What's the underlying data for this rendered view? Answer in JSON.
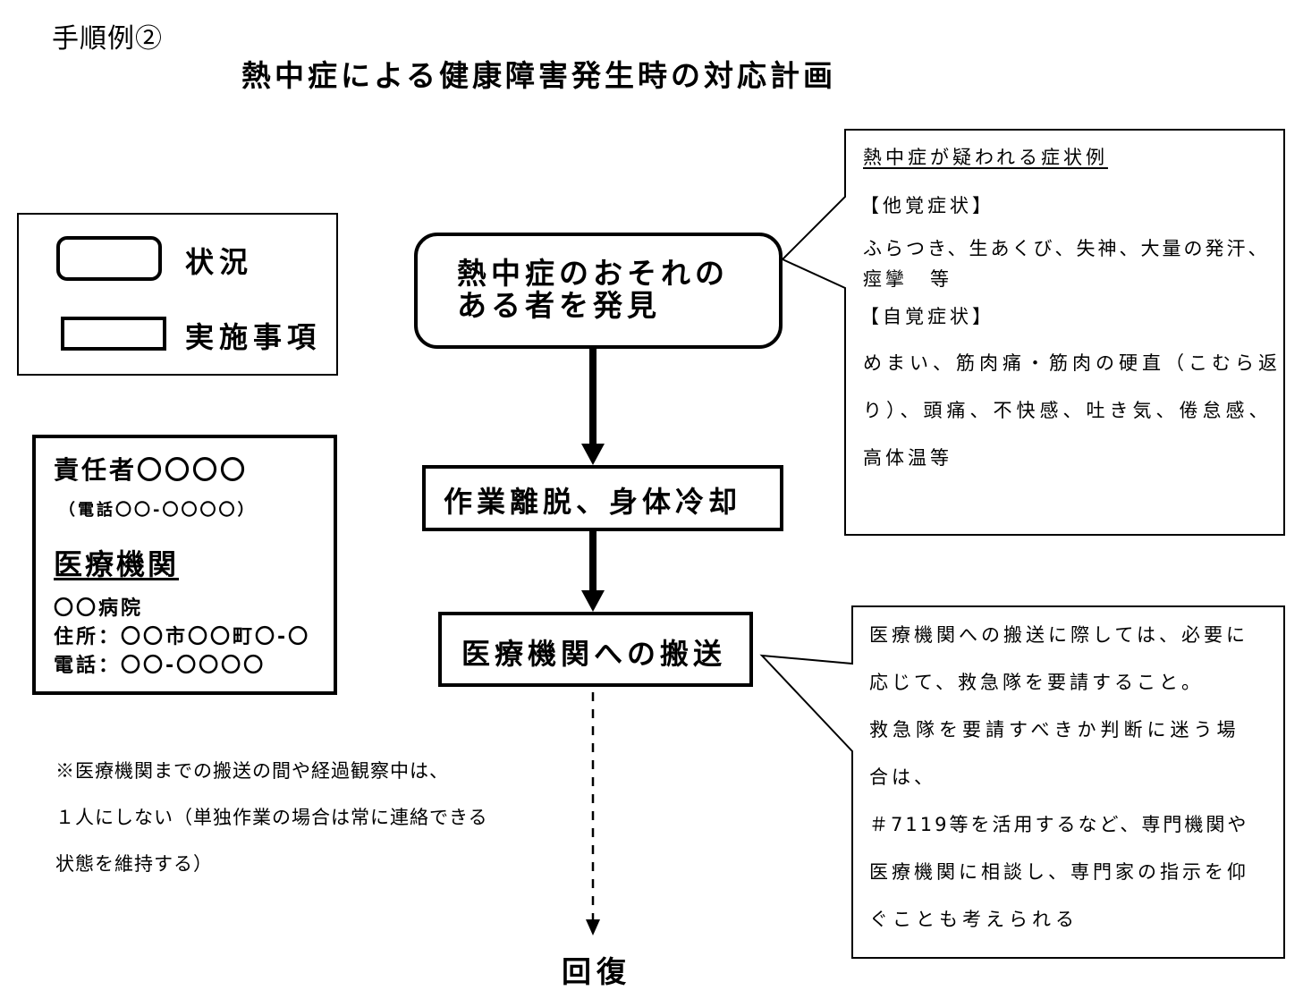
{
  "header": {
    "procedure_label": "手順例②",
    "title": "熱中症による健康障害発生時の対応計画"
  },
  "legend": {
    "situation_label": "状況",
    "action_label": "実施事項"
  },
  "contact": {
    "responsible": "責任者〇〇〇〇",
    "responsible_phone": "（電話〇〇-〇〇〇〇）",
    "medical_heading": "医療機関",
    "hospital": "〇〇病院",
    "address": "住所：〇〇市〇〇町〇-〇",
    "phone": "電話：〇〇-〇〇〇〇"
  },
  "flow": {
    "situation_lines": [
      "熱中症のおそれの",
      "ある者を発見"
    ],
    "step1": "作業離脱、身体冷却",
    "step2": "医療機関への搬送",
    "outcome": "回復"
  },
  "note": {
    "lines": [
      "※医療機関までの搬送の間や経過観察中は、",
      "１人にしない（単独作業の場合は常に連絡できる",
      "状態を維持する）"
    ]
  },
  "symptoms_callout": {
    "heading": "熱中症が疑われる症状例",
    "objective_label": "【他覚症状】",
    "objective_lines": [
      "ふらつき、生あくび、失神、大量の発汗、",
      "痙攣　等"
    ],
    "subjective_label": "【自覚症状】",
    "subjective_lines": [
      "めまい、筋肉痛・筋肉の硬直（こむら返",
      "り）、頭痛、不快感、吐き気、倦怠感、",
      "高体温等"
    ]
  },
  "transport_callout": {
    "lines": [
      "医療機関への搬送に際しては、必要に",
      "応じて、救急隊を要請すること。",
      "救急隊を要請すべきか判断に迷う場",
      "合は、",
      "＃7119等を活用するなど、専門機関や",
      "医療機関に相談し、専門家の指示を仰",
      "ぐことも考えられる"
    ]
  }
}
